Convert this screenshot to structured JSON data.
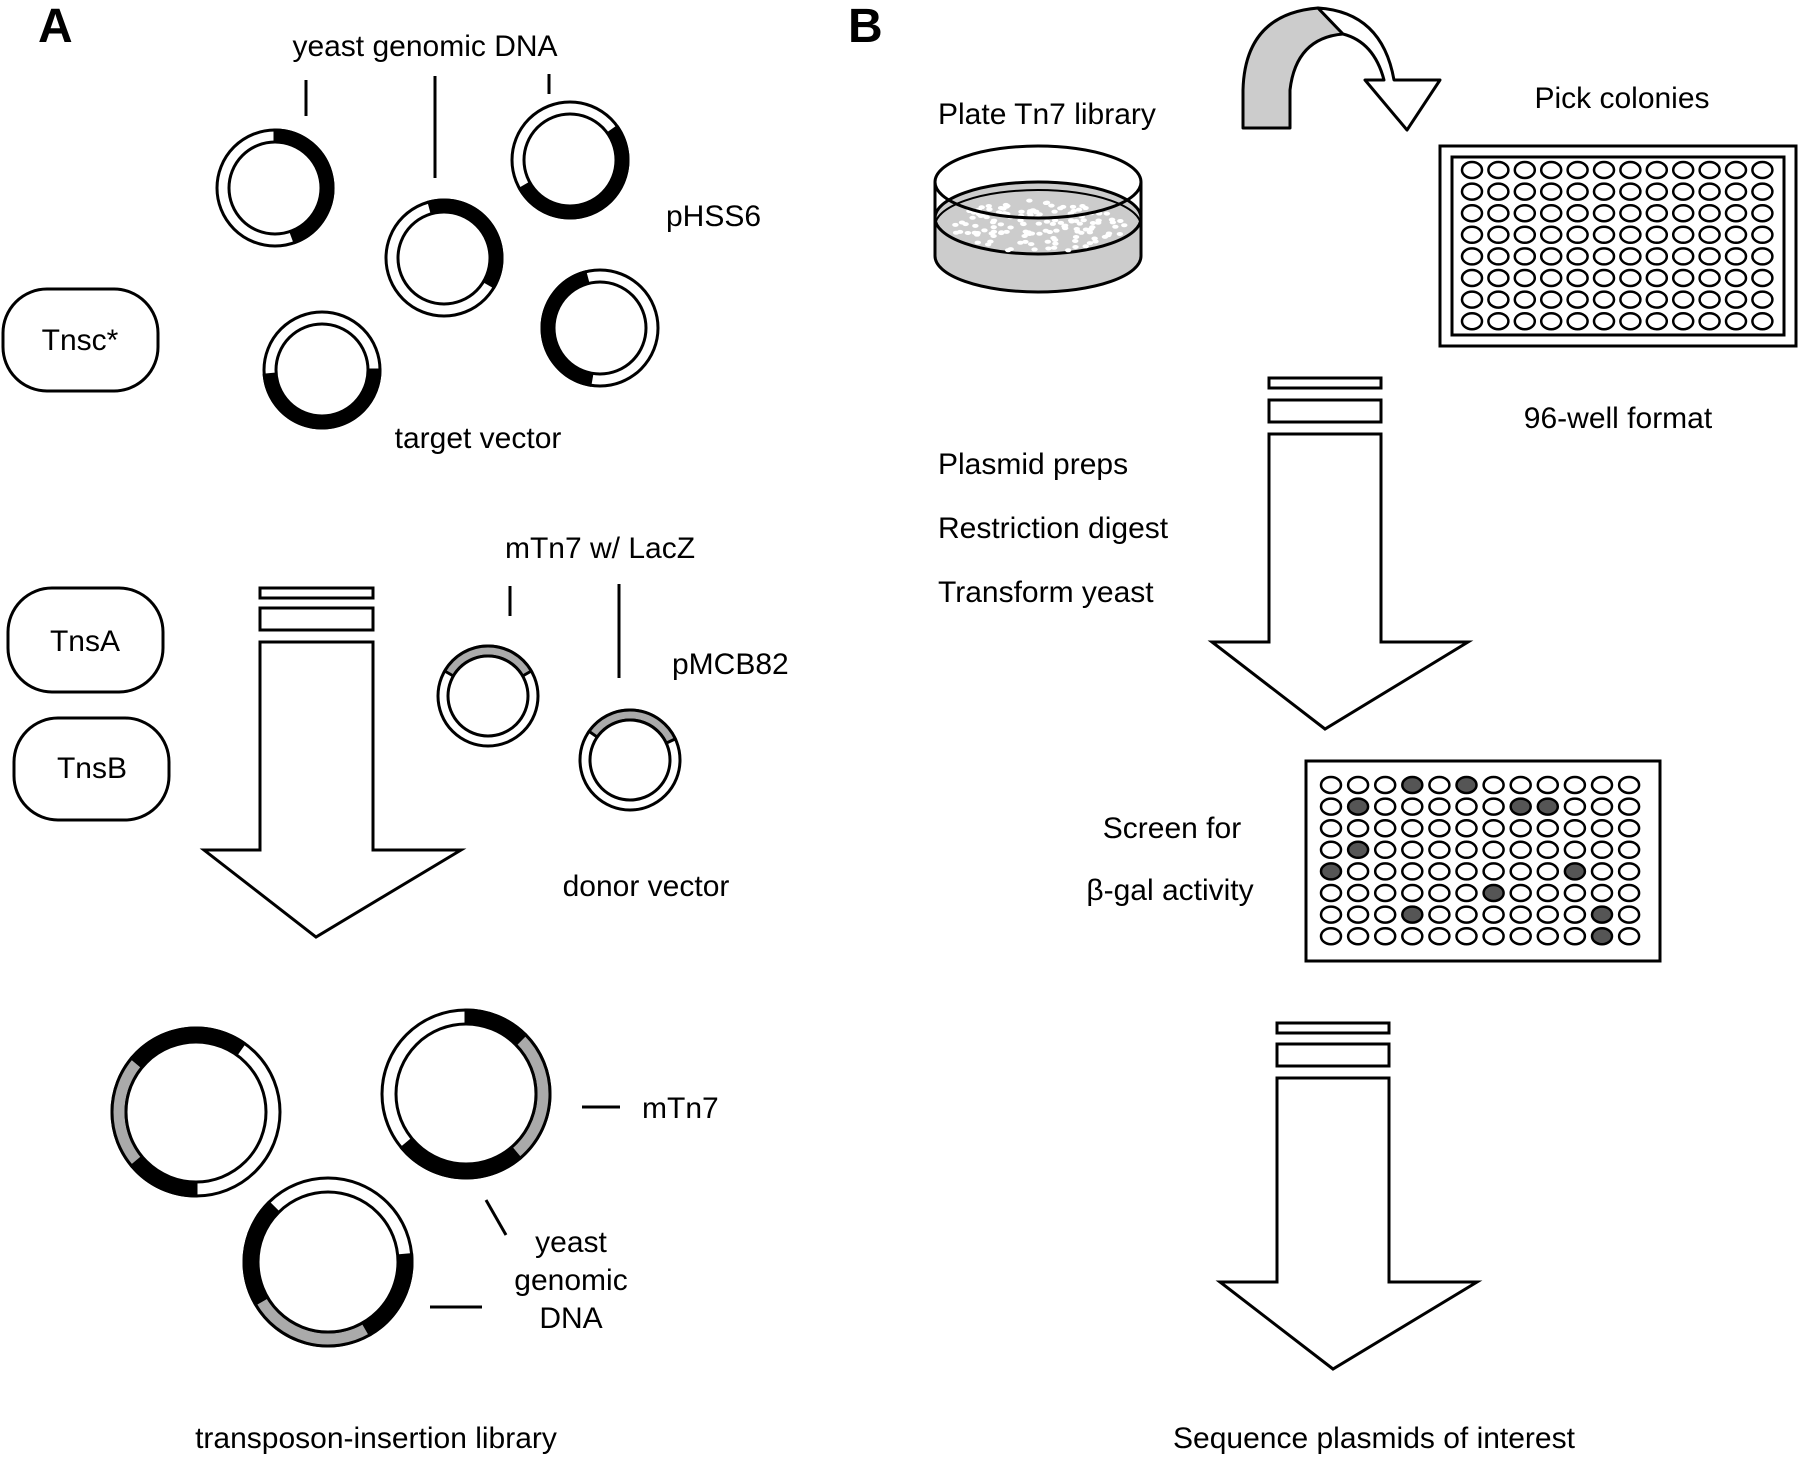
{
  "panel_a": {
    "letter": "A",
    "genomic_label": "yeast genomic DNA",
    "target_plasmid": "pHSS6",
    "target_caption": "target vector",
    "tnsc": "Tnsc*",
    "tnsa": "TnsA",
    "tnsb": "TnsB",
    "transposon_label": "mTn7 w/ LacZ",
    "donor_plasmid": "pMCB82",
    "donor_caption": "donor vector",
    "mtn7_label": "mTn7",
    "yeast_line1": "yeast",
    "yeast_line2": "genomic",
    "yeast_line3": "DNA",
    "library_caption": "transposon-insertion library"
  },
  "panel_b": {
    "letter": "B",
    "plate_step": "Plate Tn7 library",
    "pick_step": "Pick colonies",
    "format_label": "96-well format",
    "step1": "Plasmid preps",
    "step2": "Restriction digest",
    "step3": "Transform yeast",
    "screen_line1": "Screen for",
    "screen_line2": "β-gal activity",
    "final_step": "Sequence plasmids of interest"
  },
  "colors": {
    "black": "#000000",
    "gray": "#aaaaaa",
    "dish_gray": "#cccccc",
    "positive_well": "#555555"
  },
  "positive_wells": [
    [
      0,
      3
    ],
    [
      0,
      5
    ],
    [
      1,
      1
    ],
    [
      1,
      7
    ],
    [
      1,
      8
    ],
    [
      3,
      1
    ],
    [
      4,
      0
    ],
    [
      4,
      9
    ],
    [
      5,
      6
    ],
    [
      6,
      3
    ],
    [
      6,
      10
    ],
    [
      7,
      10
    ]
  ]
}
